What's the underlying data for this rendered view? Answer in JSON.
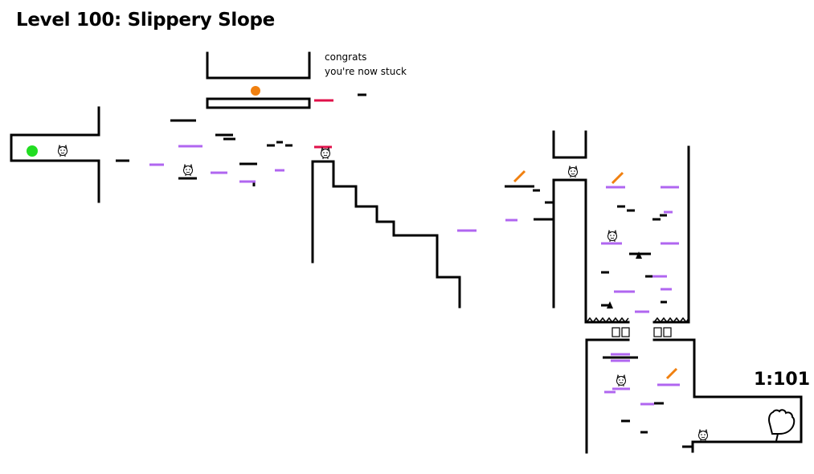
{
  "level": {
    "title": "Level 100: Slippery Slope",
    "note_lines": [
      "congrats",
      "you're now stuck"
    ],
    "counter": "1:101"
  },
  "icons": {
    "player": "green-ball",
    "goal": "orange-ball",
    "creatures": "smiley-cat-face",
    "spikes": "spike-row",
    "finish": "hand-glove-icon"
  },
  "colors": {
    "wall": "#000000",
    "ice_platform": "#b066f0",
    "lava": "#e0104a",
    "player": "#22dd22",
    "goal": "#f08010",
    "spring": "#f08010"
  }
}
